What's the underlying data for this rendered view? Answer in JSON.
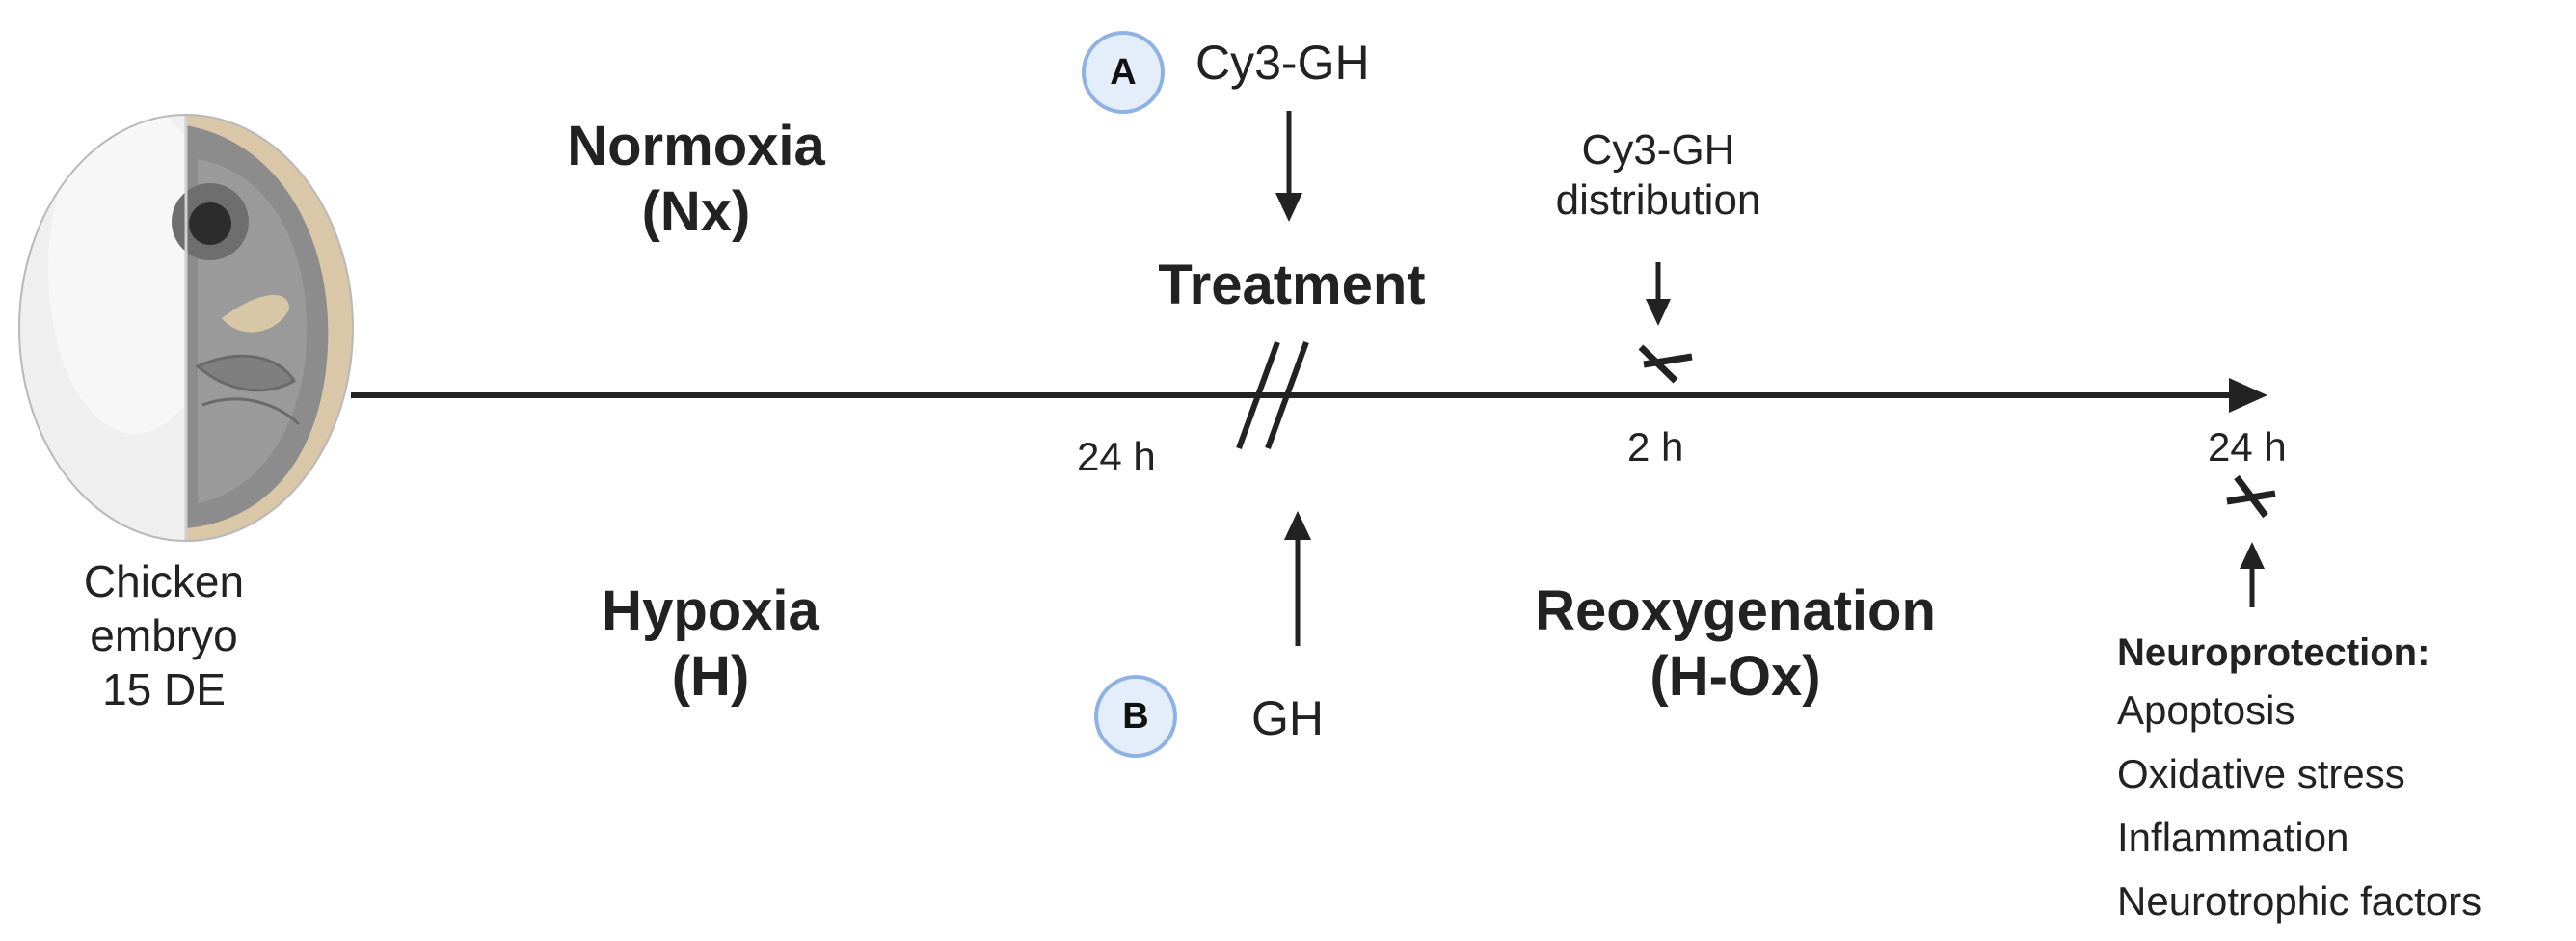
{
  "colors": {
    "line": "#222222",
    "circle_fill": "#e4eefb",
    "circle_border": "#8fb2e4",
    "egg_shell": "#e6e6e6",
    "egg_inner": "#d8c8ad",
    "embryo": "#8d8d8d"
  },
  "egg_label": [
    "Chicken",
    "embryo",
    "15 DE"
  ],
  "phases": {
    "normoxia": [
      "Normoxia",
      "(Nx)"
    ],
    "hypoxia": [
      "Hypoxia",
      "(H)"
    ],
    "reoxygenation": [
      "Reoxygenation",
      "(H-Ox)"
    ],
    "treatment": "Treatment"
  },
  "markers": {
    "a_label": "A",
    "a_text": "Cy3-GH",
    "b_label": "B",
    "b_text": "GH"
  },
  "distribution": [
    "Cy3-GH",
    "distribution"
  ],
  "timepoints": {
    "t1": "24 h",
    "t2": "2 h",
    "t3": "24 h"
  },
  "neuroprotection": {
    "title": "Neuroprotection:",
    "items": [
      "Apoptosis",
      "Oxidative stress",
      "Inflammation",
      "Neurotrophic factors"
    ]
  }
}
